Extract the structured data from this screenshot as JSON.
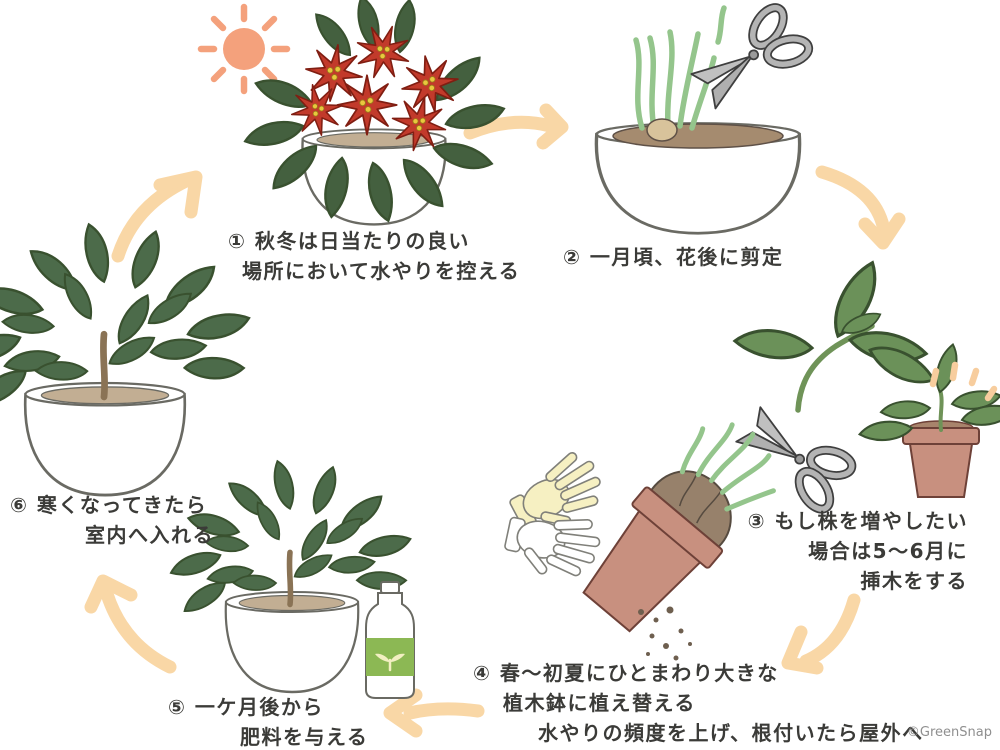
{
  "diagram_title": "",
  "steps": [
    {
      "number": "①",
      "lines": [
        "① 秋冬は日当たりの良い",
        "場所において水やりを控える"
      ]
    },
    {
      "number": "②",
      "lines": [
        "② 一月頃、花後に剪定"
      ]
    },
    {
      "number": "③",
      "lines": [
        "③ もし株を増やしたい",
        "場合は5〜6月に",
        "挿木をする"
      ]
    },
    {
      "number": "④",
      "lines": [
        "④ 春〜初夏にひとまわり大きな",
        "植木鉢に植え替える",
        "水やりの頻度を上げ、根付いたら屋外へ"
      ]
    },
    {
      "number": "⑤",
      "lines": [
        "⑤ 一ケ月後から",
        "肥料を与える"
      ]
    },
    {
      "number": "⑥",
      "lines": [
        "⑥ 寒くなってきたら",
        "室内へ入れる"
      ]
    }
  ],
  "credit": "©GreenSnap",
  "illustrations": {
    "step1": [
      "sun-icon",
      "poinsettia-in-white-pot"
    ],
    "step2": [
      "pruned-stems-in-white-pot",
      "scissors-icon"
    ],
    "step3": [
      "stem-cutting-with-leaves",
      "scissors-icon",
      "cutting-in-terracotta-pot",
      "sparkles-icon"
    ],
    "step4": [
      "garden-gloves",
      "tilted-terracotta-pot-with-rootball",
      "soil-crumbs"
    ],
    "step5": [
      "leafy-plant-in-white-pot",
      "fertilizer-bottle"
    ],
    "step6": [
      "leafy-plant-in-white-pot"
    ]
  },
  "arrows": [
    "step1-to-step2",
    "step2-to-step3",
    "step3-to-step4",
    "step4-to-step5",
    "step5-to-step6",
    "step6-to-step1"
  ],
  "colors": {
    "arrow": "#F9D7A6",
    "sun": "#F4A17C",
    "poinsettia_red": "#C23A2B",
    "flower_center": "#E9C83E",
    "leaf_dark": "#4C6B4A",
    "leaf_mid": "#6B9159",
    "stem_light": "#94C58C",
    "terracotta": "#C8907F",
    "soil": "#A58B6F",
    "soil_pale": "#C2AE93",
    "scissors_gray": "#B4B4B4",
    "glove_yellow": "#F6F0C2",
    "label_green": "#8CB854",
    "ink": "#3B3B38",
    "credit_gray": "#8F8F8F"
  }
}
